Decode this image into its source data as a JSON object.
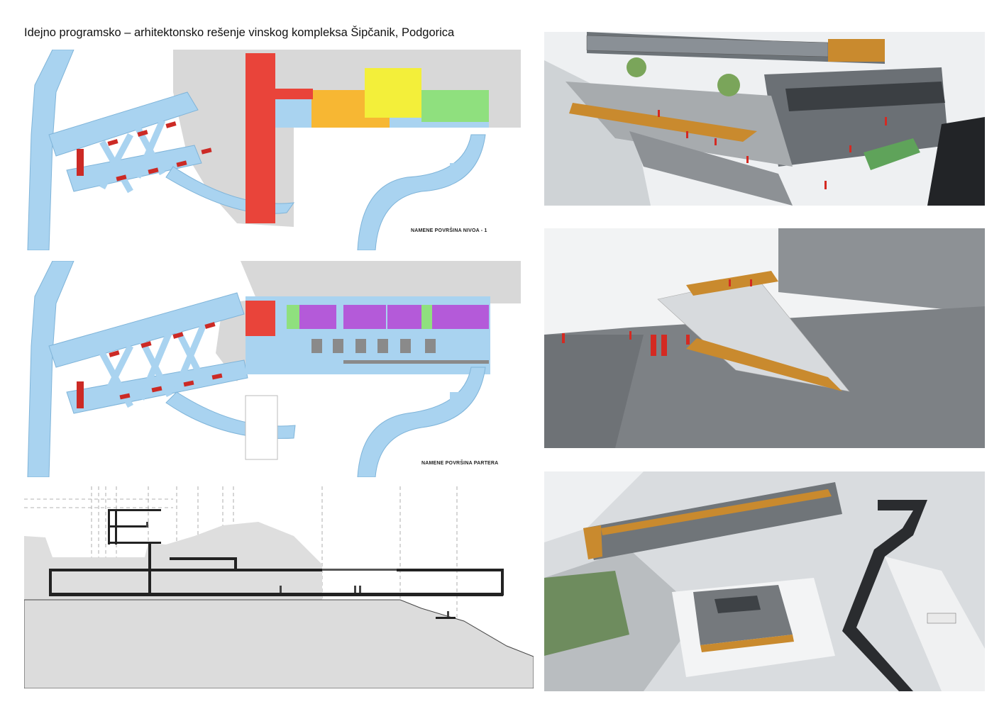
{
  "sheet": {
    "title": "Idejno programsko –  arhitektonsko rešenje vinskog kompleksa Šipčanik, Podgorica"
  },
  "plans": [
    {
      "label": "NAMENE POVRŠINA NIVOA - 1"
    },
    {
      "label": "NAMENE POVRŠINA PARTERA"
    }
  ],
  "colors": {
    "circulation_blue": "#a9d3f0",
    "vertical_core_red": "#e9443a",
    "parking_red": "#cc2a25",
    "orange": "#f7b733",
    "yellow": "#f3ef3a",
    "green": "#8fe07e",
    "violet": "#b45ad9",
    "rock_grey": "#d6d6d6"
  }
}
